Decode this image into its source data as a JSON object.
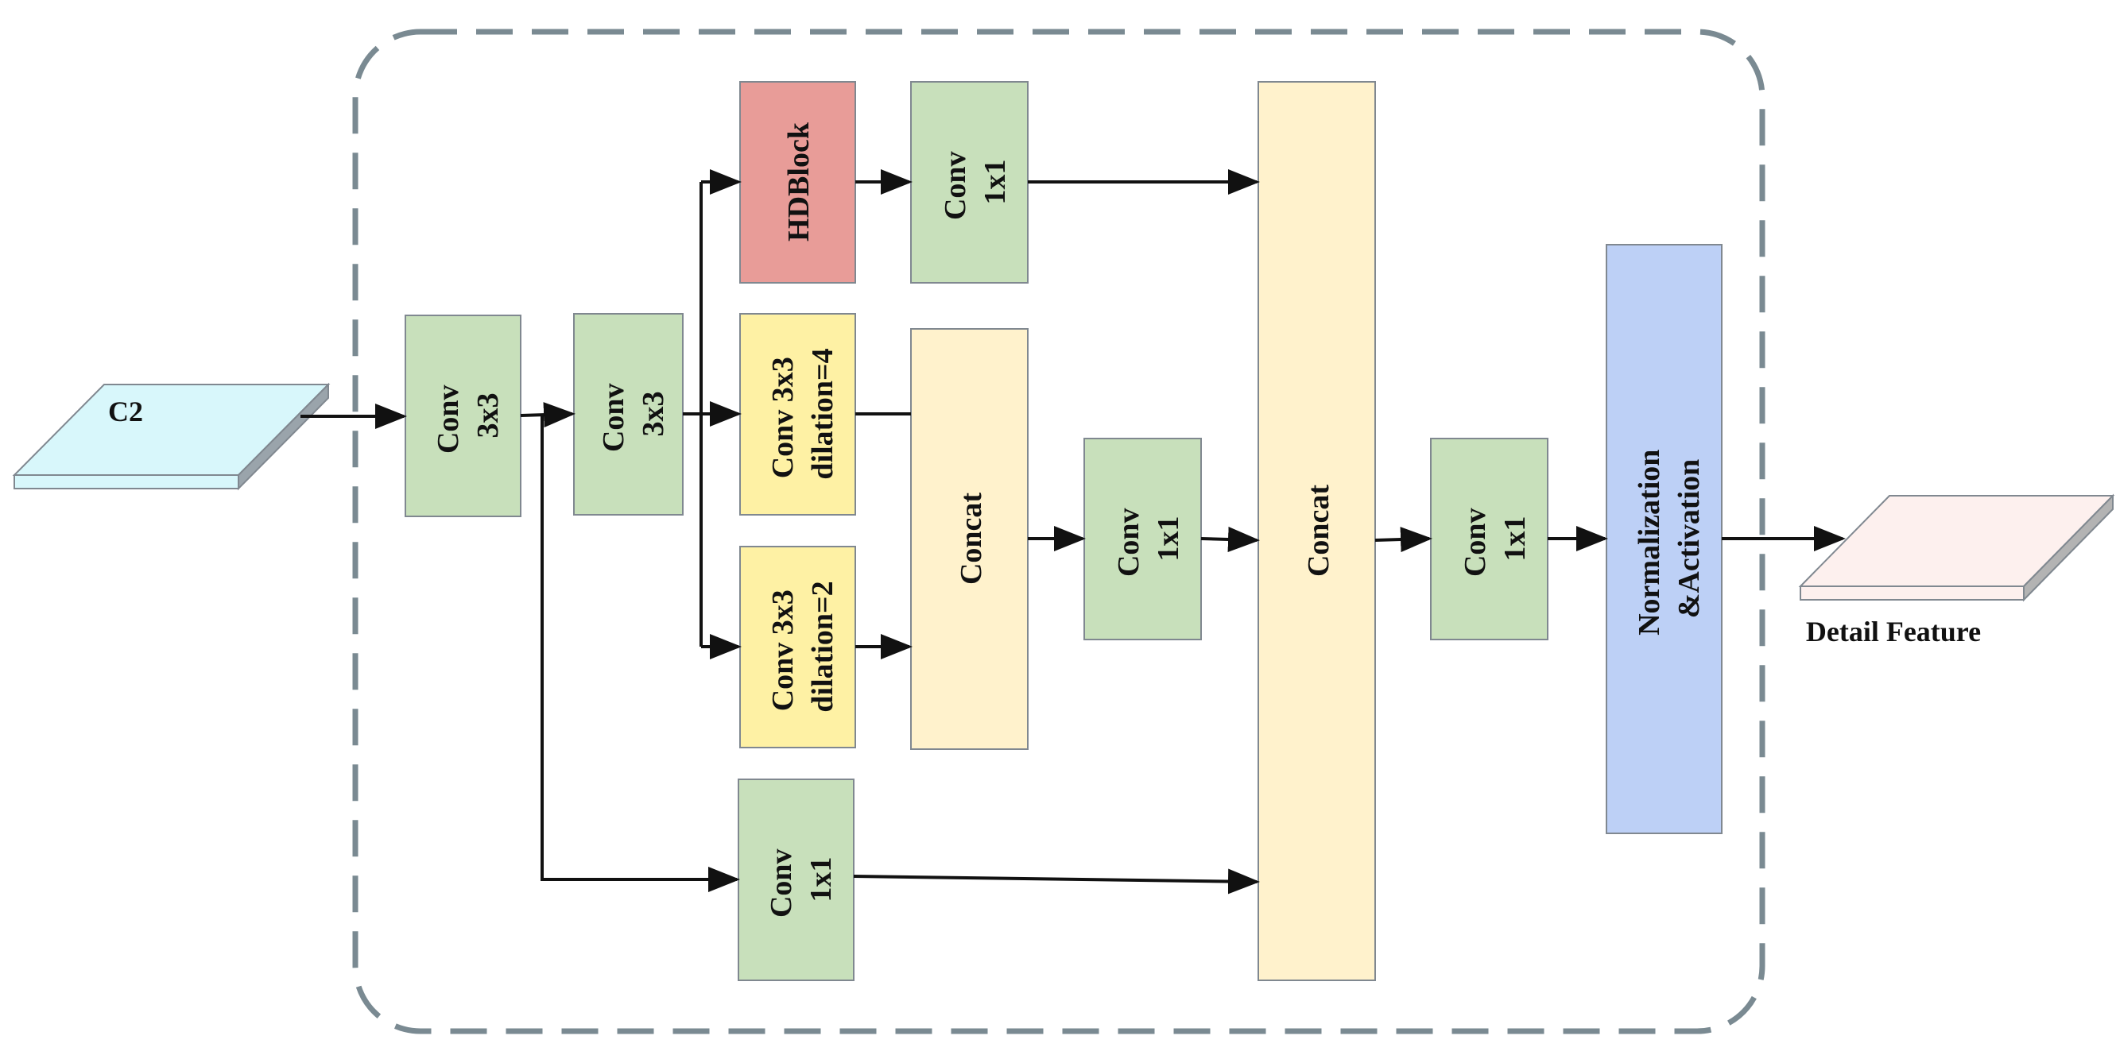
{
  "colors": {
    "conv": "#c8e0bb",
    "hdblock": "#e89c98",
    "dilated": "#fef1a4",
    "concat": "#fff2cc",
    "norm": "#bdd0f6",
    "input_plane": "#d8f7fb",
    "output_plane": "#fdf0ee",
    "border": "#808890",
    "group_dash": "#7a8a92",
    "edge": "#111111"
  },
  "input": {
    "label": "C2"
  },
  "output": {
    "label": "Detail Feature"
  },
  "blocks": {
    "conv3x3_a": {
      "lines": [
        "Conv",
        "3x3"
      ]
    },
    "conv3x3_b": {
      "lines": [
        "Conv",
        "3x3"
      ]
    },
    "hdblock": {
      "lines": [
        "HDBlock"
      ]
    },
    "conv1x1_top": {
      "lines": [
        "Conv",
        "1x1"
      ]
    },
    "conv_dil4": {
      "lines": [
        "Conv 3x3",
        "dilation=4"
      ]
    },
    "conv_dil2": {
      "lines": [
        "Conv 3x3",
        "dilation=2"
      ]
    },
    "concat_inner": {
      "lines": [
        "Concat"
      ]
    },
    "conv1x1_mid": {
      "lines": [
        "Conv",
        "1x1"
      ]
    },
    "conv1x1_bottom": {
      "lines": [
        "Conv",
        "1x1"
      ]
    },
    "concat_main": {
      "lines": [
        "Concat"
      ]
    },
    "conv1x1_final": {
      "lines": [
        "Conv",
        "1x1"
      ]
    },
    "norm_act": {
      "lines": [
        "Normalization",
        "&Activation"
      ]
    }
  }
}
